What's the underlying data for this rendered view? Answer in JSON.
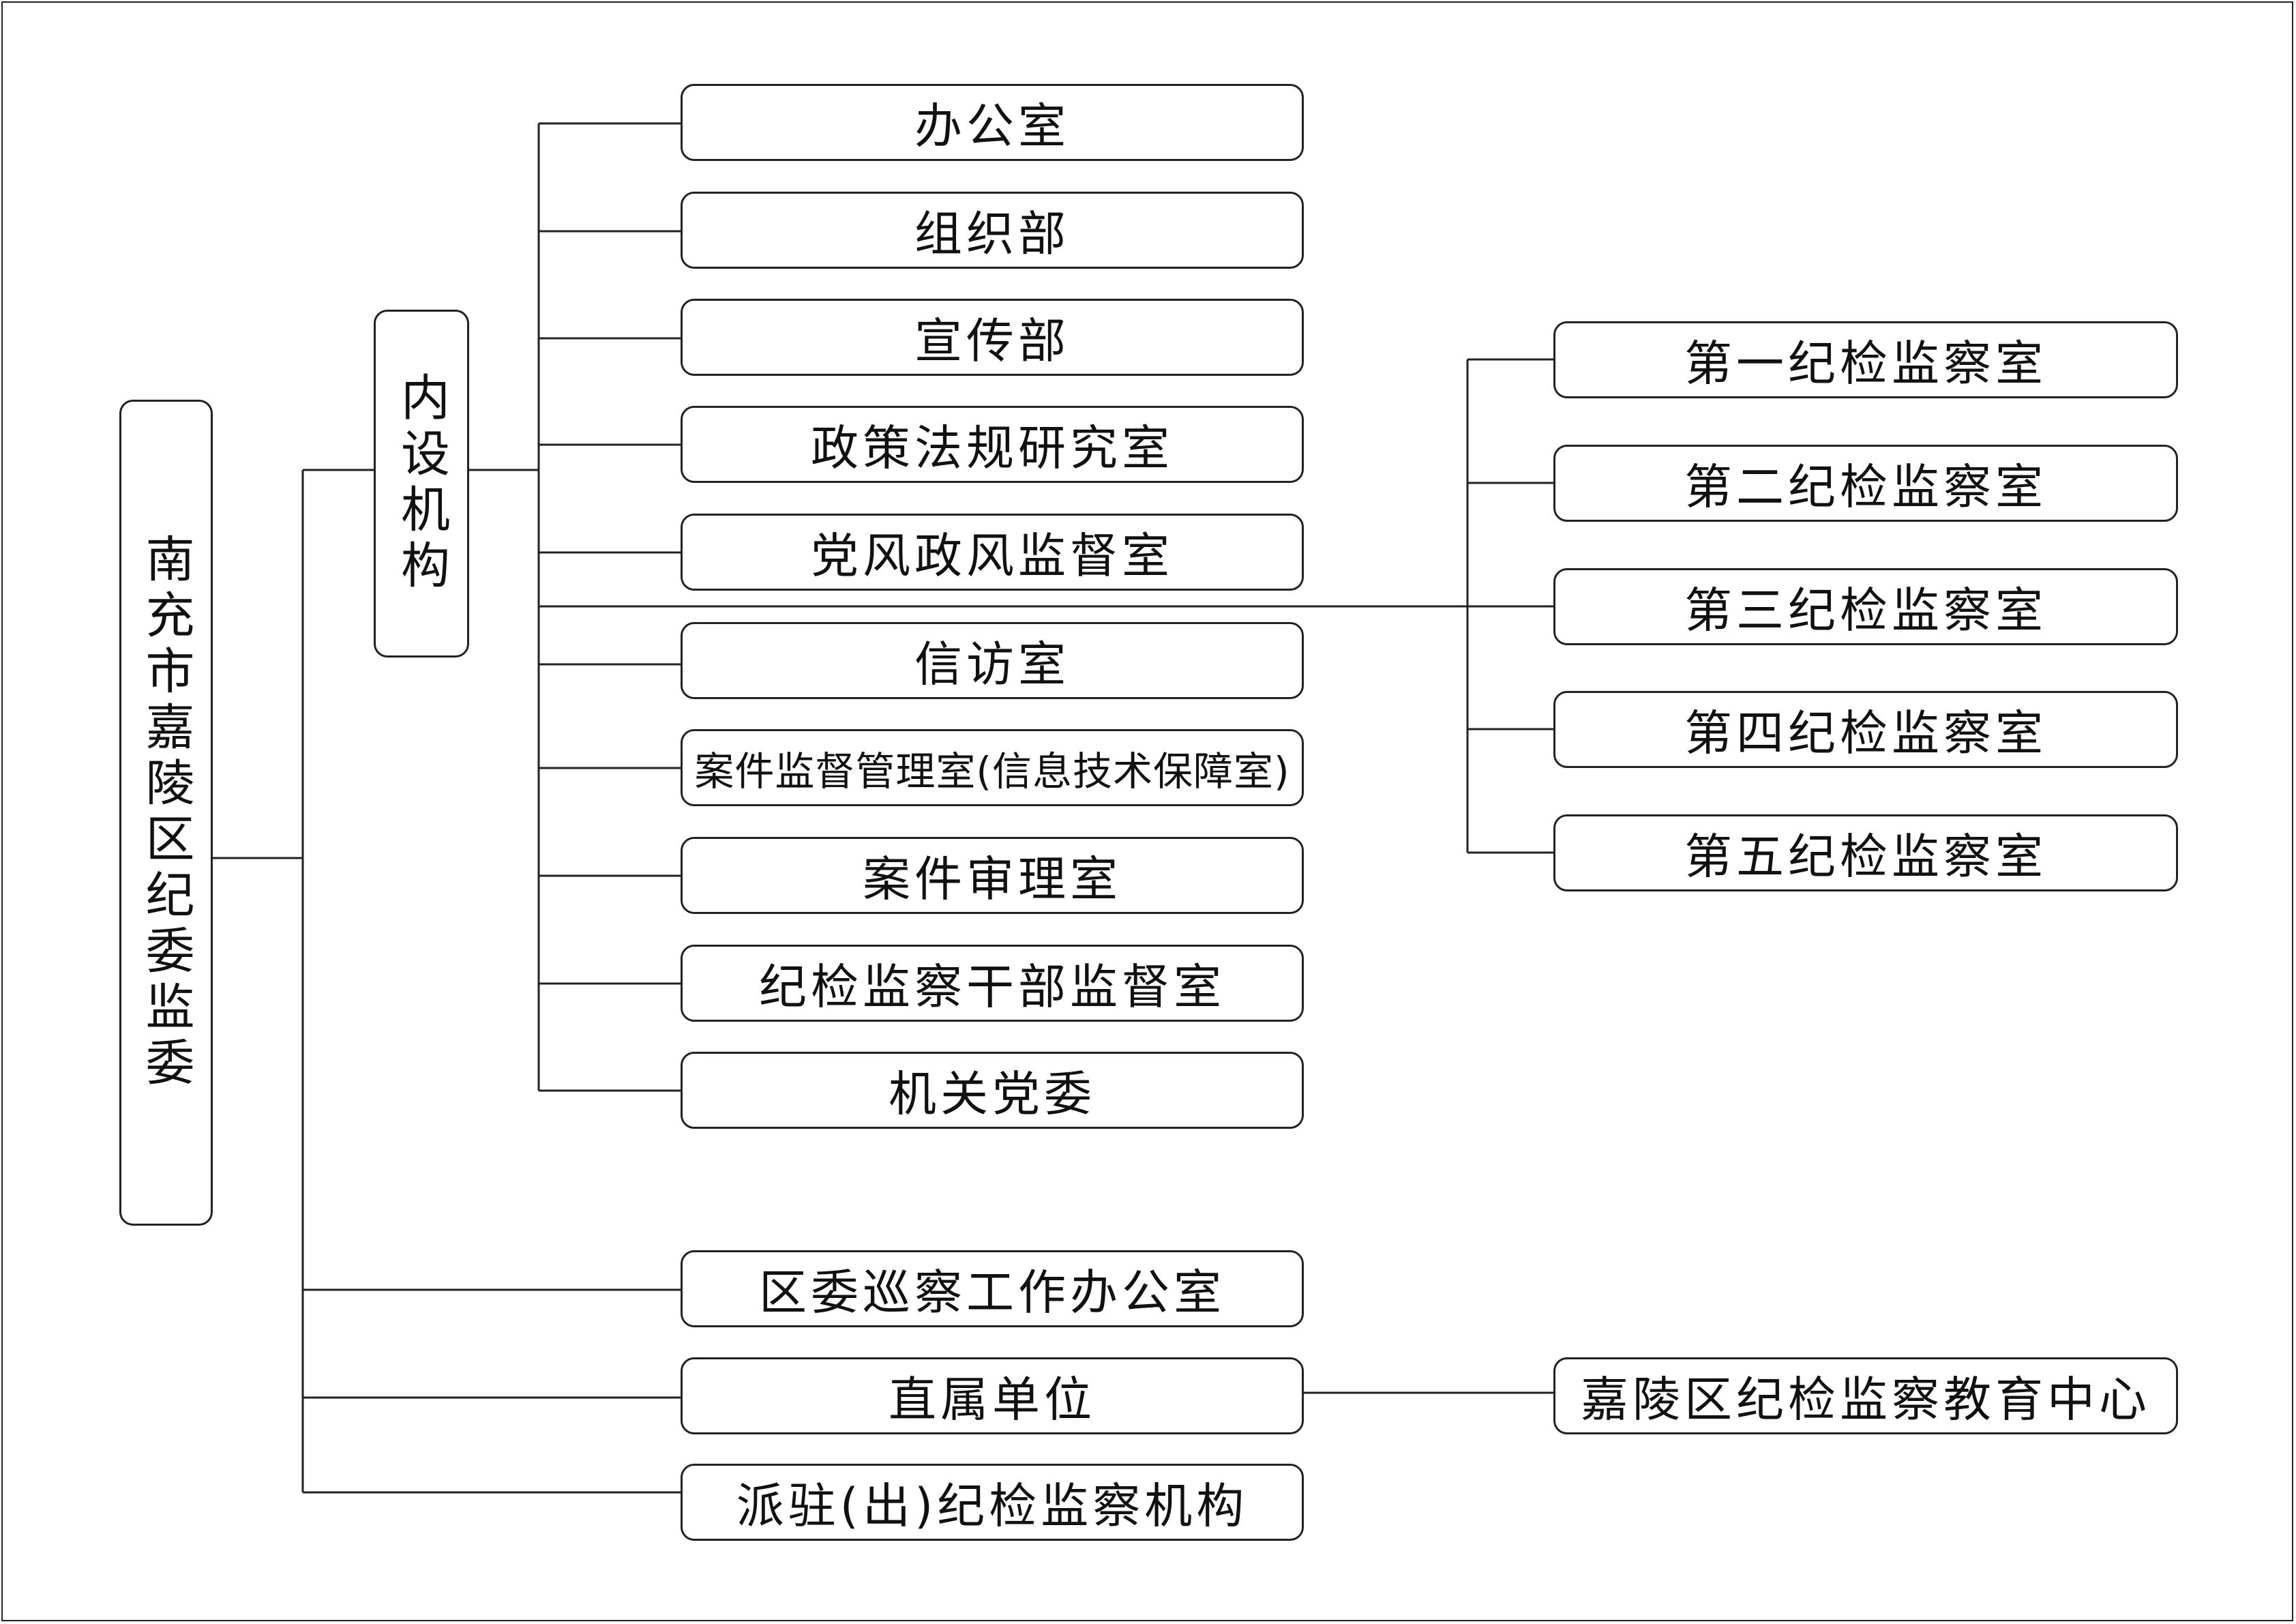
{
  "root": {
    "label": "南充市嘉陵区纪委监委"
  },
  "internal": {
    "label": "内设机构"
  },
  "departments": [
    "办公室",
    "组织部",
    "宣传部",
    "政策法规研究室",
    "党风政风监督室",
    "信访室",
    "案件监督管理室(信息技术保障室)",
    "案件审理室",
    "纪检监察干部监督室",
    "机关党委"
  ],
  "inspection_rooms": [
    "第一纪检监察室",
    "第二纪检监察室",
    "第三纪检监察室",
    "第四纪检监察室",
    "第五纪检监察室"
  ],
  "other_units": [
    "区委巡察工作办公室",
    "直属单位",
    "派驻(出)纪检监察机构"
  ],
  "direct_unit_child": "嘉陵区纪检监察教育中心"
}
